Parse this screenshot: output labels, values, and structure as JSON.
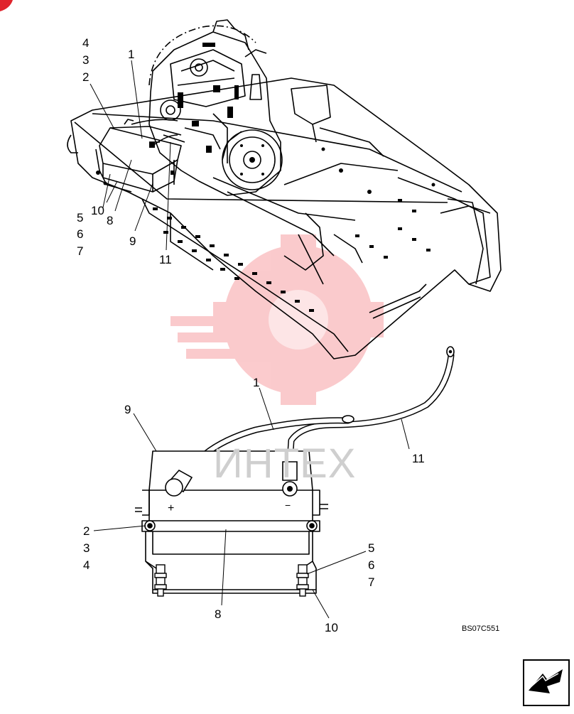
{
  "watermark": {
    "text": "ИНТЕХ",
    "color": "#f0444a"
  },
  "drawing_code": "BS07C551",
  "top_callouts": {
    "c4": "4",
    "c3": "3",
    "c2": "2",
    "c1": "1",
    "c10": "10",
    "c8": "8",
    "c9": "9",
    "c11": "11",
    "c5": "5",
    "c6": "6",
    "c7": "7"
  },
  "detail_callouts": {
    "c1": "1",
    "c9": "9",
    "c11": "11",
    "c2": "2",
    "c3": "3",
    "c4": "4",
    "c5": "5",
    "c6": "6",
    "c7": "7",
    "c8": "8",
    "c10": "10"
  },
  "battery": {
    "plus": "+",
    "minus": "−"
  },
  "icons": {
    "corner": "corner-mark-icon",
    "next_page": "next-page-arrow-icon"
  }
}
